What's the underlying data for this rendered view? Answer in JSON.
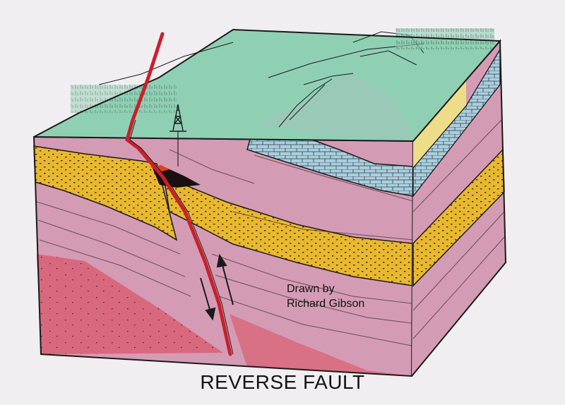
{
  "credit": {
    "line1": "Drawn by",
    "line2": "Richard Gibson"
  },
  "title": "REVERSE FAULT",
  "colors": {
    "paper": "#f1eef2",
    "surface": "#8fd0b4",
    "pink_rock": "#d49cb4",
    "deep_red_rock": "#d8687e",
    "sandstone": "#e8b830",
    "pale_sand": "#eedd88",
    "limestone": "#a8cfe0",
    "fault": "#c8202a",
    "oil": "#1a1010",
    "outline": "#1a1a1a"
  },
  "icons": [
    "oil-derrick-icon",
    "arrow-up-icon",
    "arrow-down-icon"
  ]
}
